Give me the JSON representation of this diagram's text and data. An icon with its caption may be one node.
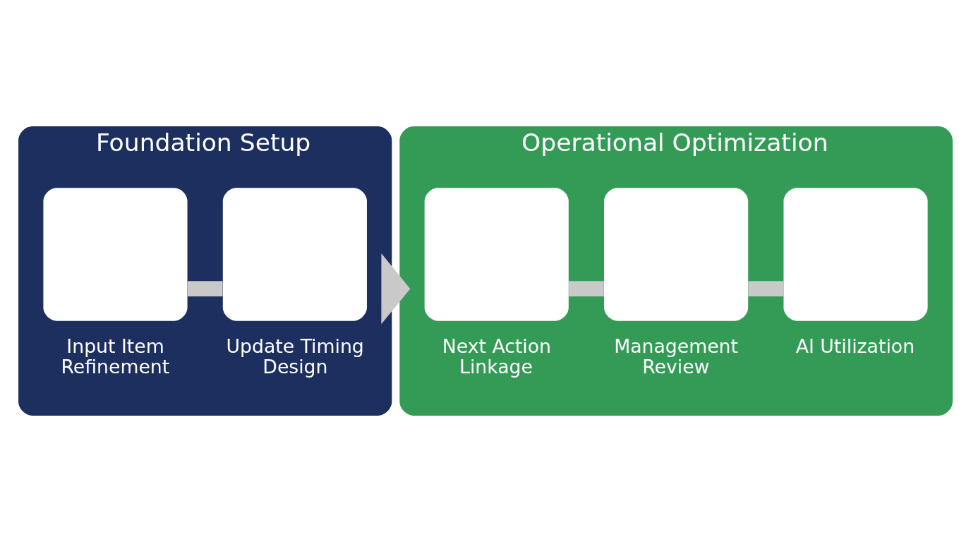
{
  "diagram": {
    "nodes": [
      {
        "text": [
          "Foundation Setup"
        ]
      },
      {
        "text": [
          "Input Item Refinement"
        ],
        "in": 0
      },
      {
        "text": [
          "Update Timing Design"
        ],
        "in": 0
      },
      {
        "text": [
          "Operational Optimization"
        ]
      },
      {
        "text": [
          "Next Action Linkage"
        ],
        "in": 3
      },
      {
        "text": [
          "Management Review"
        ],
        "in": 3
      },
      {
        "text": [
          "AI Utilization"
        ],
        "in": 3
      }
    ],
    "edges": [
      {
        "from": 1,
        "to": 2,
        "arrow": "none"
      },
      {
        "from": 0,
        "to": 3,
        "arrow": "to"
      },
      {
        "from": 4,
        "to": 5,
        "arrow": "none"
      },
      {
        "from": 5,
        "to": 6,
        "arrow": "none"
      }
    ]
  }
}
